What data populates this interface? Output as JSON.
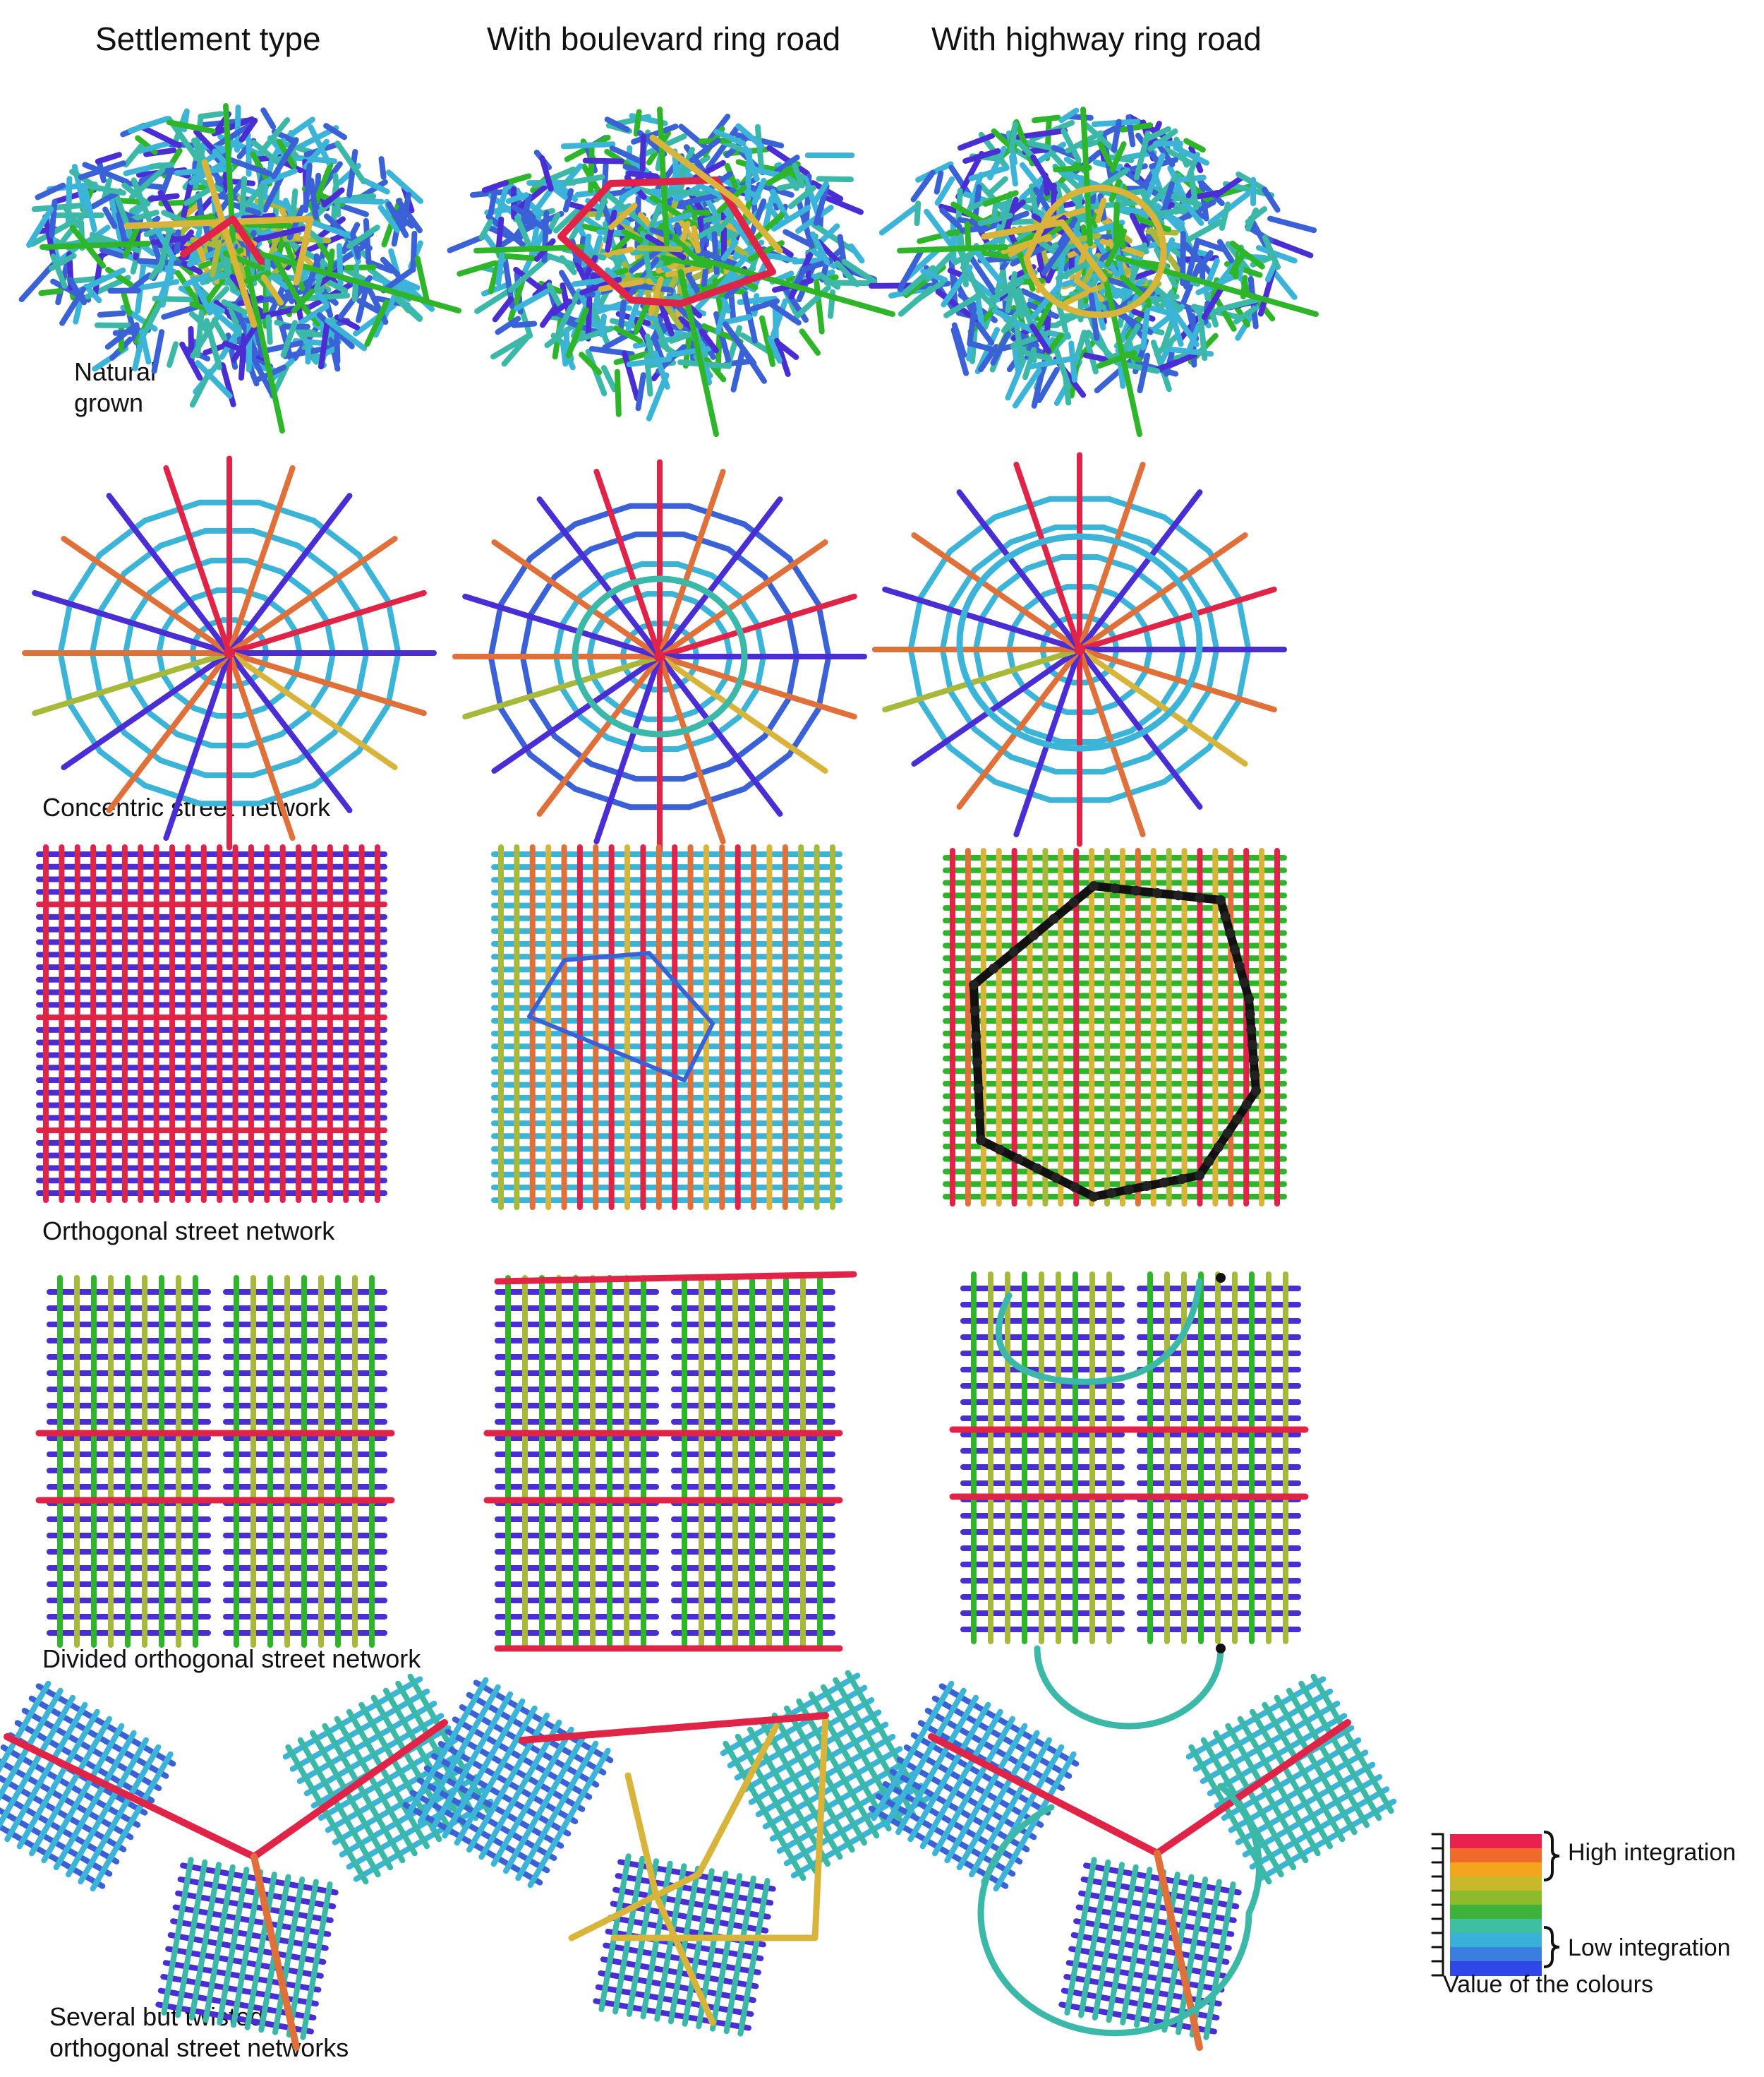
{
  "headers": {
    "col1": "Settlement type",
    "col2": "With boulevard ring road",
    "col3": "With highway ring road"
  },
  "rows": {
    "natural": "Natural\ngrown",
    "concentric": "Concentric street network",
    "orthogonal": "Orthogonal street network",
    "divided": "Divided orthogonal street network",
    "twisted": "Several but twisted\northogonal street networks"
  },
  "legend": {
    "high": "High integration",
    "low": "Low integration",
    "caption": "Value of the colours",
    "gradient": [
      "#e8214f",
      "#f06a2a",
      "#f3a51e",
      "#c8b82a",
      "#8dbb2c",
      "#3fb23c",
      "#3dbfa0",
      "#38b0d8",
      "#3a7fe0",
      "#2f47e6"
    ]
  },
  "palette": {
    "red": "#e02448",
    "orange": "#e0703a",
    "yellow": "#d8b43a",
    "olive": "#a8b83a",
    "green": "#2fb52a",
    "teal": "#3cb8a8",
    "cyan": "#3cb4d8",
    "blue": "#3a62d6",
    "indigo": "#4a2ed4"
  }
}
